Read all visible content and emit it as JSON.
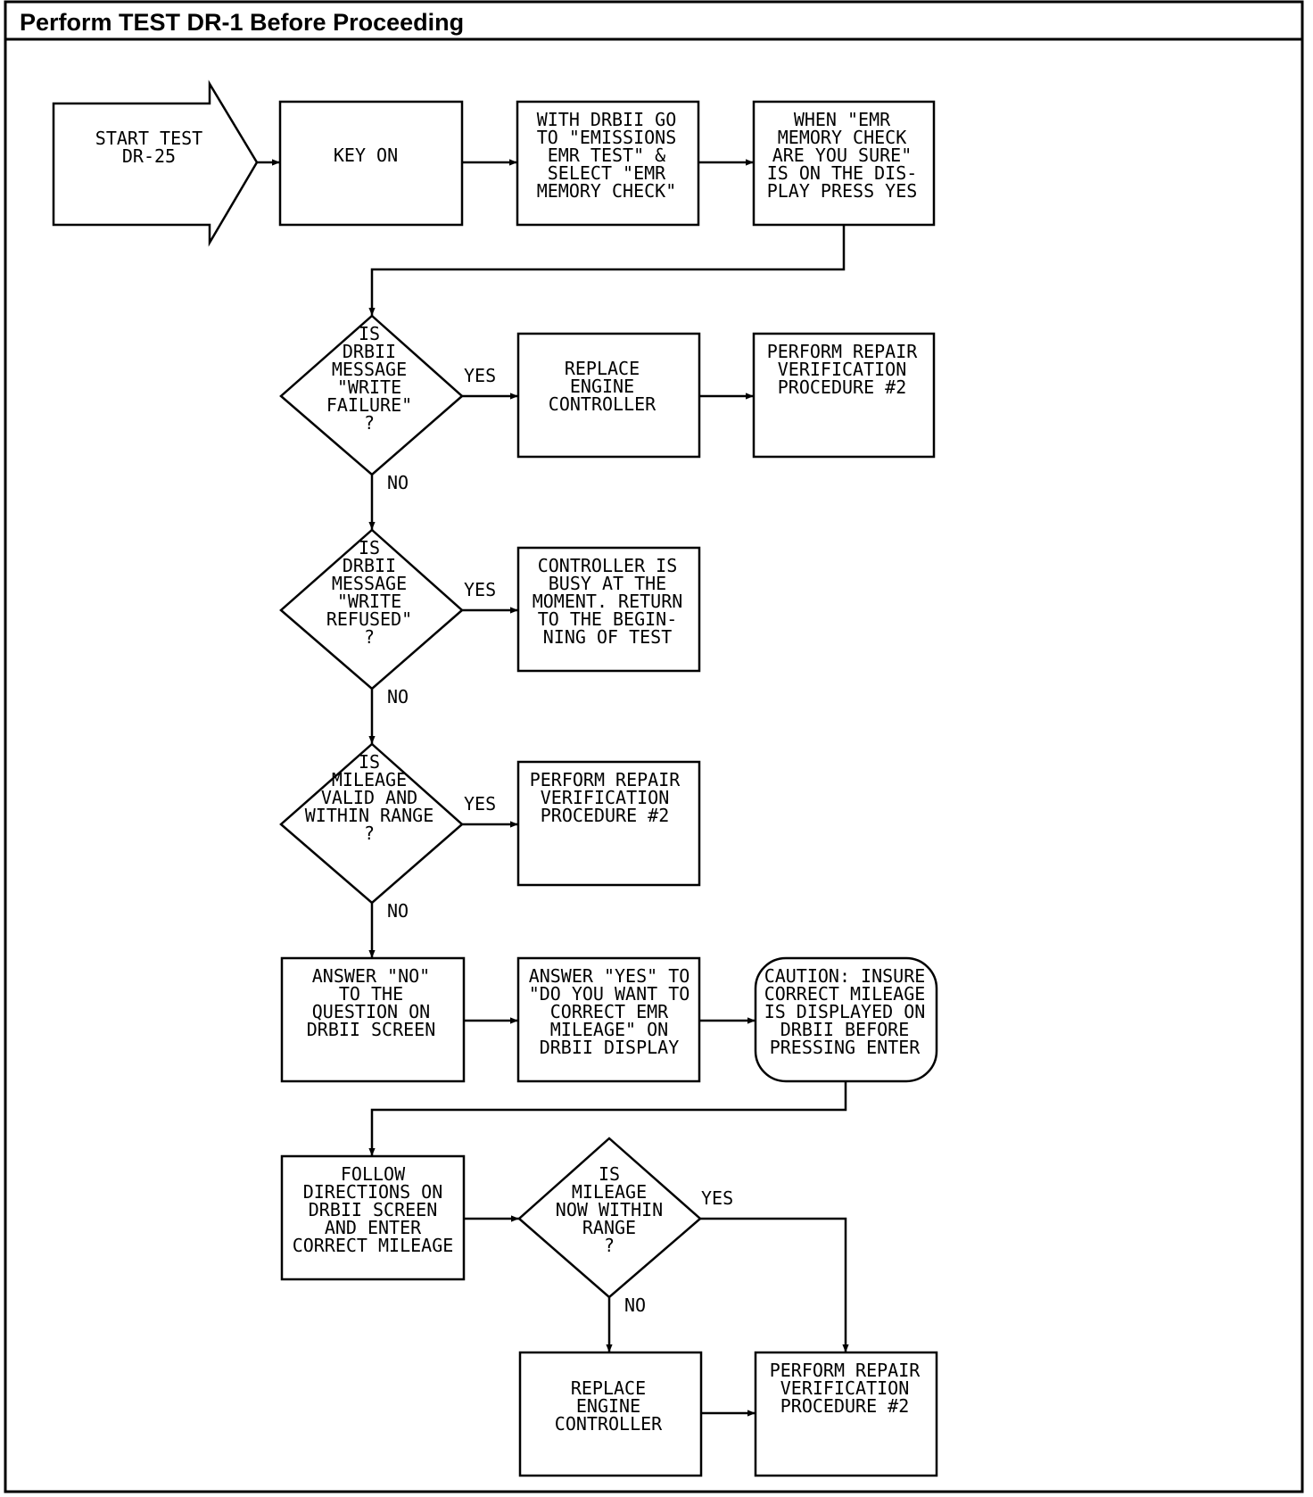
{
  "header": {
    "title": "Perform TEST DR-1 Before Proceeding"
  },
  "labels": {
    "yes": "YES",
    "no": "NO"
  },
  "nodes": {
    "start": [
      "START TEST",
      "DR-25"
    ],
    "key_on": [
      "KEY ON"
    ],
    "select_emr": [
      "WITH DRBII GO",
      "TO \"EMISSIONS",
      "EMR TEST\" &",
      "SELECT \"EMR",
      "MEMORY CHECK\""
    ],
    "press_yes": [
      "WHEN \"EMR",
      "MEMORY CHECK",
      "ARE YOU SURE\"",
      "IS ON THE DIS-",
      "PLAY PRESS YES"
    ],
    "write_failure": [
      "IS",
      "DRBII",
      "MESSAGE",
      "\"WRITE",
      "FAILURE\"",
      "?"
    ],
    "replace_controller_1": [
      "REPLACE",
      "ENGINE",
      "CONTROLLER"
    ],
    "verify_1": [
      "PERFORM REPAIR",
      "VERIFICATION",
      "PROCEDURE #2"
    ],
    "write_refused": [
      "IS",
      "DRBII",
      "MESSAGE",
      "\"WRITE",
      "REFUSED\"",
      "?"
    ],
    "controller_busy": [
      "CONTROLLER IS",
      "BUSY AT THE",
      "MOMENT. RETURN",
      "TO THE BEGIN-",
      "NING OF TEST"
    ],
    "mileage_valid": [
      "IS",
      "MILEAGE",
      "VALID AND",
      "WITHIN RANGE",
      "?"
    ],
    "verify_2": [
      "PERFORM REPAIR",
      "VERIFICATION",
      "PROCEDURE #2"
    ],
    "answer_no": [
      "ANSWER \"NO\"",
      "TO THE",
      "QUESTION ON",
      "DRBII SCREEN"
    ],
    "answer_yes": [
      "ANSWER \"YES\" TO",
      "\"DO YOU WANT TO",
      "CORRECT EMR",
      "MILEAGE\" ON",
      "DRBII DISPLAY"
    ],
    "caution": [
      "CAUTION: INSURE",
      "CORRECT MILEAGE",
      "IS DISPLAYED ON",
      "DRBII BEFORE",
      "PRESSING ENTER"
    ],
    "follow_directions": [
      "FOLLOW",
      "DIRECTIONS ON",
      "DRBII SCREEN",
      "AND ENTER",
      "CORRECT MILEAGE"
    ],
    "mileage_now": [
      "IS",
      "MILEAGE",
      "NOW WITHIN",
      "RANGE",
      "?"
    ],
    "replace_controller_2": [
      "REPLACE",
      "ENGINE",
      "CONTROLLER"
    ],
    "verify_3": [
      "PERFORM REPAIR",
      "VERIFICATION",
      "PROCEDURE #2"
    ]
  }
}
